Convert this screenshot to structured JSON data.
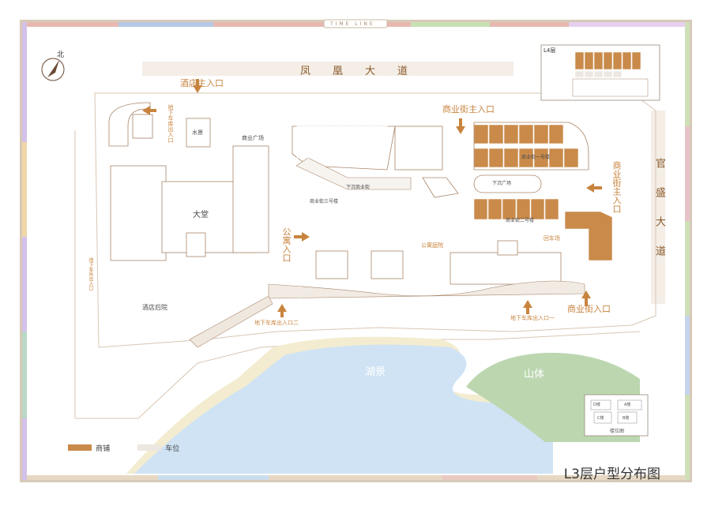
{
  "colors": {
    "shop": "#c98a4a",
    "parking": "#ece7e0",
    "line": "#a9866a",
    "lake": "#cfe3f4",
    "mountain": "#bcd7b0",
    "accent": "#c8843e"
  },
  "top_tab": "TIME LINE",
  "north": "北",
  "roads": {
    "fenghuang": "凤凰大道",
    "guansheng": "官盛大道"
  },
  "entries": {
    "hotel_main": "酒店主入口",
    "hotel_garage": "地下车库出入口",
    "street_main_top": "商业街主入口",
    "street_main_right": "商业街主入口",
    "street_entry_bottom": "商业街入口",
    "apartment_entry": "公寓入口",
    "garage_entry_2": "地下车库出入口二",
    "garage_entry_1": "地下车库出入口一",
    "left_garage": "地下车库出入口"
  },
  "areas": {
    "lobby": "大堂",
    "water": "水景",
    "plaza": "商业广场",
    "hotel_backyard": "酒店后院",
    "apartment_yard": "公寓庭院",
    "turnaround": "回车场",
    "lake": "湖景",
    "mountain": "山体",
    "street_1": "商业街一号楼",
    "street_2": "商业街二号楼",
    "street_3": "商业街三号楼",
    "sunken": "下沉商业街",
    "sunken_plaza": "下沉广场"
  },
  "inset": {
    "title": "L4层"
  },
  "key_plan": {
    "label": "楼位图",
    "blocks": [
      "D楼",
      "A楼",
      "C楼",
      "B楼"
    ]
  },
  "legend": [
    {
      "label": "商铺",
      "color": "#c98a4a"
    },
    {
      "label": "车位",
      "color": "#ece7e0"
    }
  ],
  "title": "L3层户型分布图"
}
